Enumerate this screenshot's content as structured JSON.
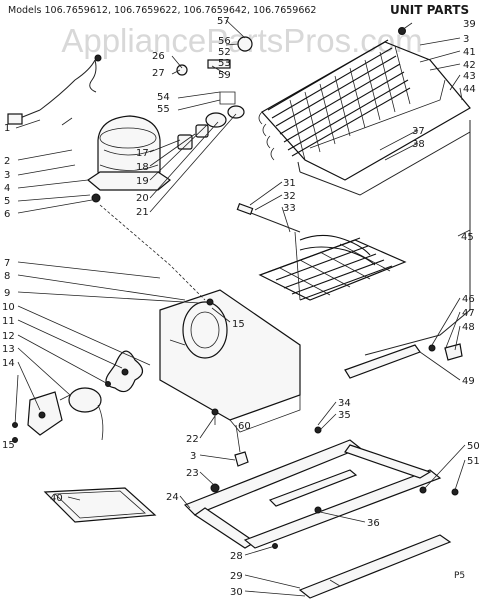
{
  "header": {
    "models": "Models 106.7659612, 106.7659622, 106.7659642, 106.7659662",
    "title": "UNIT PARTS"
  },
  "watermark": "AppliancePartsPros.com",
  "page_code": "P5",
  "callouts": [
    {
      "id": "57"
    },
    {
      "id": "56"
    },
    {
      "id": "26"
    },
    {
      "id": "52"
    },
    {
      "id": "27"
    },
    {
      "id": "53"
    },
    {
      "id": "59"
    },
    {
      "id": "54"
    },
    {
      "id": "55"
    },
    {
      "id": "1"
    },
    {
      "id": "2"
    },
    {
      "id": "3"
    },
    {
      "id": "4"
    },
    {
      "id": "5"
    },
    {
      "id": "6"
    },
    {
      "id": "17"
    },
    {
      "id": "18"
    },
    {
      "id": "19"
    },
    {
      "id": "20"
    },
    {
      "id": "21"
    },
    {
      "id": "39"
    },
    {
      "id": "3"
    },
    {
      "id": "41"
    },
    {
      "id": "42"
    },
    {
      "id": "43"
    },
    {
      "id": "44"
    },
    {
      "id": "37"
    },
    {
      "id": "38"
    },
    {
      "id": "31"
    },
    {
      "id": "32"
    },
    {
      "id": "33"
    },
    {
      "id": "45"
    },
    {
      "id": "7"
    },
    {
      "id": "8"
    },
    {
      "id": "9"
    },
    {
      "id": "10"
    },
    {
      "id": "11"
    },
    {
      "id": "12"
    },
    {
      "id": "13"
    },
    {
      "id": "14"
    },
    {
      "id": "15"
    },
    {
      "id": "15"
    },
    {
      "id": "46"
    },
    {
      "id": "47"
    },
    {
      "id": "48"
    },
    {
      "id": "49"
    },
    {
      "id": "34"
    },
    {
      "id": "35"
    },
    {
      "id": "22"
    },
    {
      "id": "60"
    },
    {
      "id": "3"
    },
    {
      "id": "23"
    },
    {
      "id": "24"
    },
    {
      "id": "50"
    },
    {
      "id": "51"
    },
    {
      "id": "40"
    },
    {
      "id": "36"
    },
    {
      "id": "28"
    },
    {
      "id": "29"
    },
    {
      "id": "30"
    }
  ]
}
